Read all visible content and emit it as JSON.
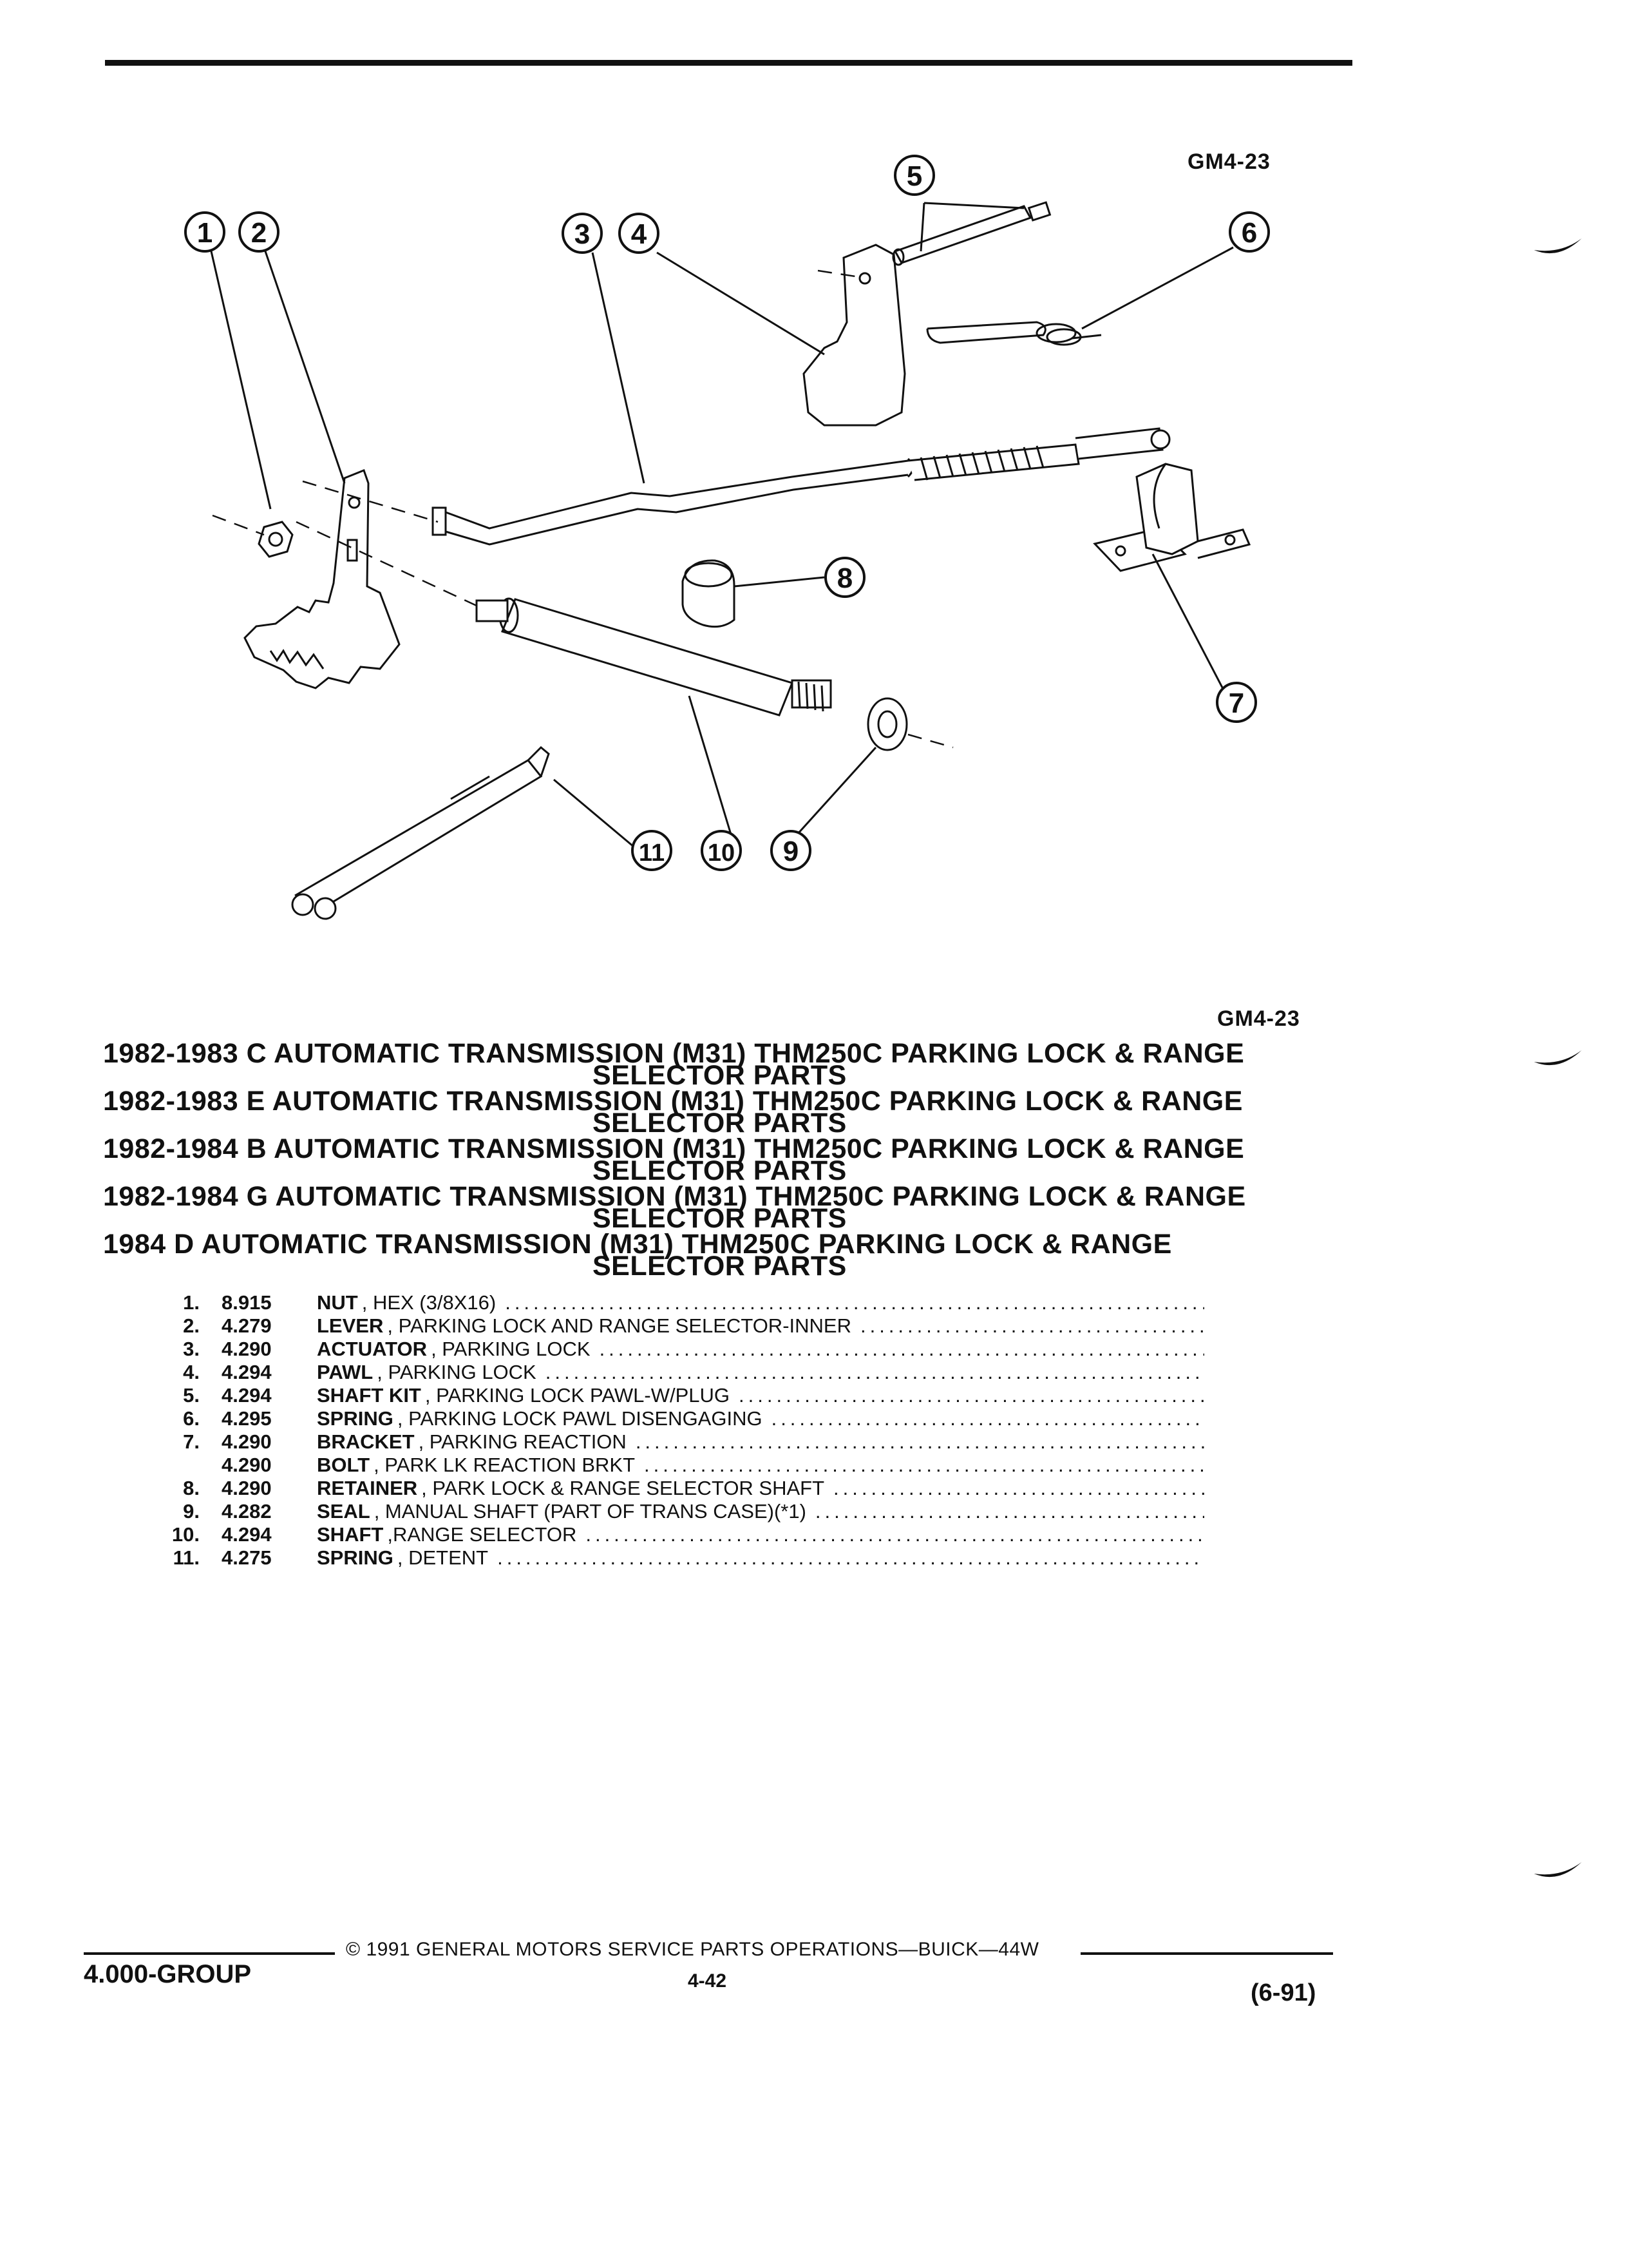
{
  "figure_code_top": "GM4-23",
  "figure_code_bottom": "GM4-23",
  "callouts": [
    "1",
    "2",
    "3",
    "4",
    "5",
    "6",
    "7",
    "8",
    "9",
    "10",
    "11"
  ],
  "titles": [
    {
      "main": "1982-1983 C AUTOMATIC TRANSMISSION (M31) THM250C PARKING LOCK & RANGE",
      "sub": "SELECTOR PARTS"
    },
    {
      "main": "1982-1983 E AUTOMATIC TRANSMISSION (M31) THM250C PARKING LOCK & RANGE",
      "sub": "SELECTOR PARTS"
    },
    {
      "main": "1982-1984 B AUTOMATIC TRANSMISSION (M31) THM250C PARKING LOCK & RANGE",
      "sub": "SELECTOR PARTS"
    },
    {
      "main": "1982-1984 G AUTOMATIC TRANSMISSION (M31) THM250C PARKING LOCK & RANGE",
      "sub": "SELECTOR PARTS"
    },
    {
      "main": "1984 D AUTOMATIC TRANSMISSION (M31) THM250C PARKING LOCK & RANGE",
      "sub": "SELECTOR PARTS"
    }
  ],
  "parts": [
    {
      "num": "1.",
      "code": "8.915",
      "name": "NUT",
      "desc": ", HEX (3/8X16)"
    },
    {
      "num": "2.",
      "code": "4.279",
      "name": "LEVER",
      "desc": ", PARKING LOCK AND RANGE SELECTOR-INNER"
    },
    {
      "num": "3.",
      "code": "4.290",
      "name": "ACTUATOR",
      "desc": ", PARKING LOCK"
    },
    {
      "num": "4.",
      "code": "4.294",
      "name": "PAWL",
      "desc": ", PARKING LOCK"
    },
    {
      "num": "5.",
      "code": "4.294",
      "name": "SHAFT KIT",
      "desc": ", PARKING LOCK PAWL-W/PLUG"
    },
    {
      "num": "6.",
      "code": "4.295",
      "name": "SPRING",
      "desc": ", PARKING LOCK PAWL DISENGAGING"
    },
    {
      "num": "7.",
      "code": "4.290",
      "name": "BRACKET",
      "desc": ", PARKING REACTION"
    },
    {
      "num": "",
      "code": "4.290",
      "name": "BOLT",
      "desc": ", PARK LK REACTION BRKT"
    },
    {
      "num": "8.",
      "code": "4.290",
      "name": "RETAINER",
      "desc": ", PARK LOCK & RANGE SELECTOR SHAFT"
    },
    {
      "num": "9.",
      "code": "4.282",
      "name": "SEAL",
      "desc": ", MANUAL SHAFT (PART OF TRANS CASE)(*1)"
    },
    {
      "num": "10.",
      "code": "4.294",
      "name": "SHAFT",
      "desc": ",RANGE SELECTOR"
    },
    {
      "num": "11.",
      "code": "4.275",
      "name": "SPRING",
      "desc": ", DETENT"
    }
  ],
  "footer": {
    "copyright": "© 1991 GENERAL MOTORS SERVICE PARTS OPERATIONS—BUICK—44W",
    "group": "4.000-GROUP",
    "page": "4-42",
    "date": "(6-91)"
  }
}
